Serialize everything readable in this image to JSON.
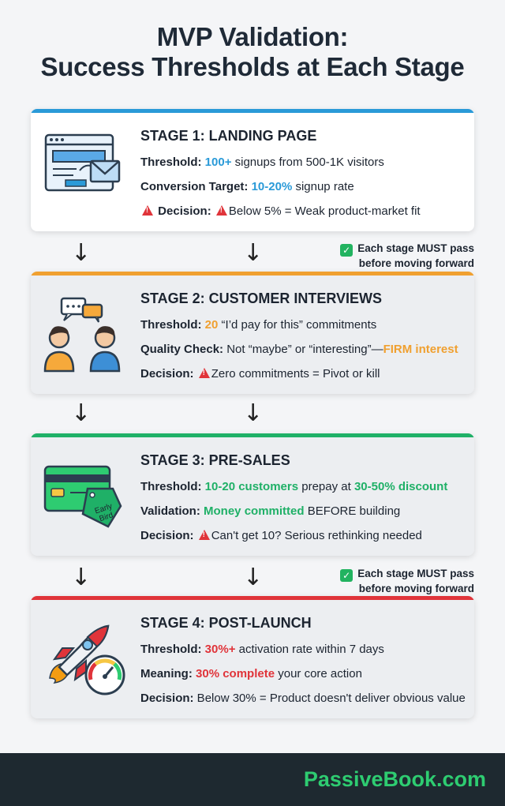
{
  "title": {
    "line1": "MVP Validation:",
    "line2": "Success Thresholds at Each Stage"
  },
  "colors": {
    "stage1": "#2a9ad8",
    "stage2": "#f0a030",
    "stage3": "#1fb067",
    "stage4": "#e0343a"
  },
  "note": {
    "line1": "Each stage MUST pass",
    "line2": "before moving forward"
  },
  "stages": [
    {
      "title": "STAGE 1: LANDING PAGE",
      "icon": "landing-page-email-icon",
      "l1": {
        "label": "Threshold:",
        "hl": "100+",
        "rest": " signups from 500-1K visitors"
      },
      "l2": {
        "label": "Conversion Target:",
        "hl": "10-20%",
        "rest": " signup rate"
      },
      "l3": {
        "label": "Decision:",
        "rest": "Below 5% = Weak product-market fit"
      }
    },
    {
      "title": "STAGE 2: CUSTOMER INTERVIEWS",
      "icon": "customer-interview-icon",
      "l1": {
        "label": "Threshold:",
        "hl": "20",
        "rest": " “I’d pay for this” commitments"
      },
      "l2": {
        "label": "Quality Check:",
        "rest": " Not “maybe” or “interesting”—",
        "hl": "FIRM interest"
      },
      "l3": {
        "label": "Decision:",
        "rest": "Zero commitments = Pivot or kill"
      }
    },
    {
      "title": "STAGE 3: PRE-SALES",
      "icon": "credit-card-tag-icon",
      "tag_text": "Early Bird",
      "l1": {
        "label": "Threshold:",
        "hl": "10-20 customers",
        "mid": " prepay at ",
        "hl2": "30-50% discount"
      },
      "l2": {
        "label": "Validation:",
        "hl": "Money committed",
        "rest": " BEFORE building"
      },
      "l3": {
        "label": "Decision:",
        "rest": "Can't get 10? Serious rethinking needed"
      }
    },
    {
      "title": "STAGE 4: POST-LAUNCH",
      "icon": "rocket-gauge-icon",
      "l1": {
        "label": "Threshold:",
        "hl": "30%+",
        "rest": " activation rate within 7 days"
      },
      "l2": {
        "label": "Meaning:",
        "hl": "30% complete",
        "rest": " your core action"
      },
      "l3": {
        "label": "Decision:",
        "rest": " Below 30% = Product doesn't deliver obvious value"
      }
    }
  ],
  "footer": "PassiveBook.com"
}
